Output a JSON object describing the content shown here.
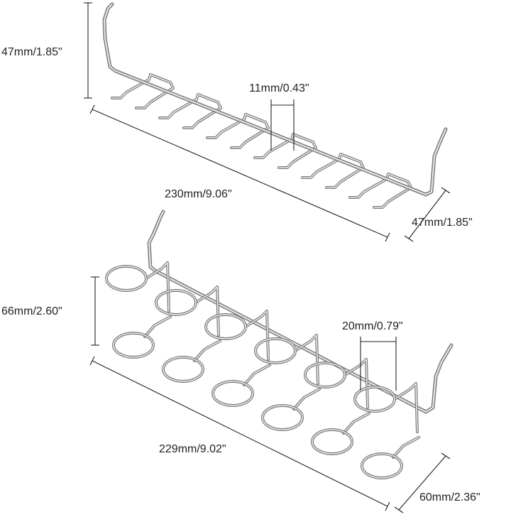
{
  "rack_top": {
    "height_label": "47mm/1.85\"",
    "spacing_label": "11mm/0.43\"",
    "length_label": "230mm/9.06\"",
    "depth_label": "47mm/1.85\""
  },
  "rack_bottom": {
    "height_label": "66mm/2.60\"",
    "spacing_label": "20mm/0.79\"",
    "length_label": "229mm/9.02\"",
    "depth_label": "60mm/2.36\""
  },
  "colors": {
    "wire_dark": "#7c7c7c",
    "wire_light": "#e9e9e9",
    "dimension": "#222222",
    "background": "#ffffff"
  }
}
